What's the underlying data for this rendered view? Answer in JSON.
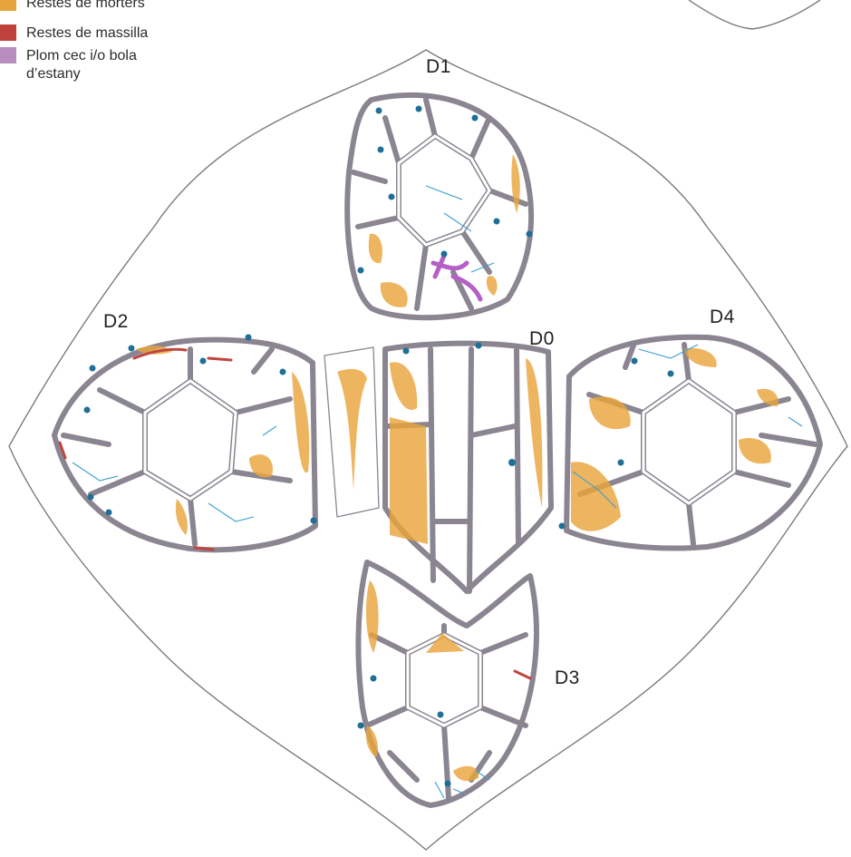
{
  "legend": {
    "items": [
      {
        "label": "Restes de morters",
        "color": "#e6a43a"
      },
      {
        "label": "Restes de massilla",
        "color": "#c0413b"
      },
      {
        "label": "Plom cec i/o bola d’estany",
        "color": "#b88cbf"
      }
    ]
  },
  "panels": {
    "d1": "D1",
    "d2": "D2",
    "d0": "D0",
    "d4": "D4",
    "d3": "D3"
  },
  "colors": {
    "mortar": "#e9a53c",
    "putty": "#c0453f",
    "blind_lead": "#b55fc7",
    "crack": "#3c9fd0",
    "joint_dot": "#1f6f96",
    "lead": "#8a8590"
  }
}
